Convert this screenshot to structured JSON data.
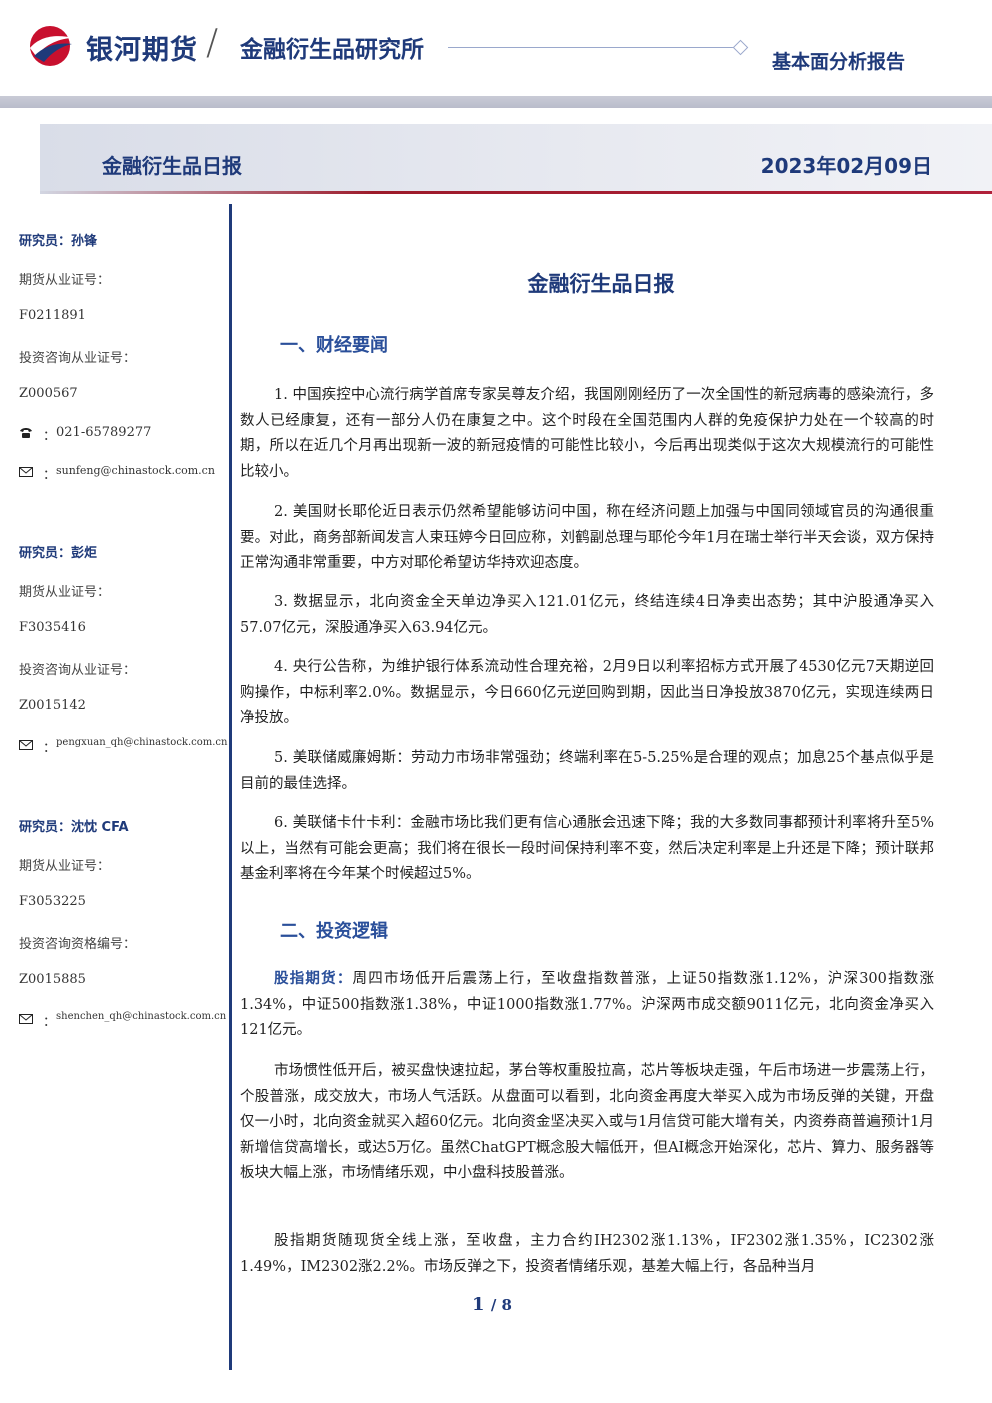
{
  "header": {
    "brand": "银河期货",
    "slash": "/",
    "institute": "金融衍生品研究所",
    "report_type": "基本面分析报告"
  },
  "banner": {
    "title": "金融衍生品日报",
    "date": "2023年02月09日"
  },
  "analysts": [
    {
      "name": "研究员：孙锋",
      "cert_label": "期货从业证号：",
      "cert": "F0211891",
      "consult_label": "投资咨询从业证号：",
      "consult": "Z000567",
      "phone": "021-65789277",
      "email": "sunfeng@chinastock.com.cn"
    },
    {
      "name": "研究员：彭炬",
      "cert_label": "期货从业证号：",
      "cert": "F3035416",
      "consult_label": "投资咨询从业证号：",
      "consult": "Z0015142",
      "email": "pengxuan_qh@chinastock.com.cn"
    },
    {
      "name": "研究员：沈忱  CFA",
      "cert_label": "期货从业证号：",
      "cert": "F3053225",
      "consult_label": "投资咨询资格编号：",
      "consult": "Z0015885",
      "email": "shenchen_qh@chinastock.com.cn"
    }
  ],
  "doc": {
    "title": "金融衍生品日报",
    "section1": "一、财经要闻",
    "news": [
      "1. 中国疾控中心流行病学首席专家吴尊友介绍，我国刚刚经历了一次全国性的新冠病毒的感染流行，多数人已经康复，还有一部分人仍在康复之中。这个时段在全国范围内人群的免疫保护力处在一个较高的时期，所以在近几个月再出现新一波的新冠疫情的可能性比较小，今后再出现类似于这次大规模流行的可能性比较小。",
      "2. 美国财长耶伦近日表示仍然希望能够访问中国，称在经济问题上加强与中国同领域官员的沟通很重要。对此，商务部新闻发言人束珏婷今日回应称，刘鹤副总理与耶伦今年1月在瑞士举行半天会谈，双方保持正常沟通非常重要，中方对耶伦希望访华持欢迎态度。",
      "3. 数据显示，北向资金全天单边净买入121.01亿元，终结连续4日净卖出态势；其中沪股通净买入57.07亿元，深股通净买入63.94亿元。",
      "4. 央行公告称，为维护银行体系流动性合理充裕，2月9日以利率招标方式开展了4530亿元7天期逆回购操作，中标利率2.0%。数据显示，今日660亿元逆回购到期，因此当日净投放3870亿元，实现连续两日净投放。",
      "5. 美联储威廉姆斯：劳动力市场非常强劲；终端利率在5-5.25%是合理的观点；加息25个基点似乎是目前的最佳选择。",
      "6. 美联储卡什卡利：金融市场比我们更有信心通胀会迅速下降；我的大多数同事都预计利率将升至5%以上，当然有可能会更高；我们将在很长一段时间保持利率不变，然后决定利率是上升还是下降；预计联邦基金利率将在今年某个时候超过5%。"
    ],
    "section2": "二、投资逻辑",
    "logic_label": "股指期货：",
    "logic": [
      "周四市场低开后震荡上行，至收盘指数普涨，上证50指数涨1.12%，沪深300指数涨1.34%，中证500指数涨1.38%，中证1000指数涨1.77%。沪深两市成交额9011亿元，北向资金净买入121亿元。",
      "市场惯性低开后，被买盘快速拉起，茅台等权重股拉高，芯片等板块走强，午后市场进一步震荡上行，个股普涨，成交放大，市场人气活跃。从盘面可以看到，北向资金再度大举买入成为市场反弹的关键，开盘仅一小时，北向资金就买入超60亿元。北向资金坚决买入或与1月信贷可能大增有关，内资券商普遍预计1月新增信贷高增长，或达5万亿。虽然ChatGPT概念股大幅低开，但AI概念开始深化，芯片、算力、服务器等板块大幅上涨，市场情绪乐观，中小盘科技股普涨。",
      "股指期货随现货全线上涨，至收盘，主力合约IH2302涨1.13%，IF2302涨1.35%，IC2302涨1.49%，IM2302涨2.2%。市场反弹之下，投资者情绪乐观，基差大幅上行，各品种当月"
    ]
  },
  "pager": {
    "current": "1",
    "total": "/ 8"
  }
}
